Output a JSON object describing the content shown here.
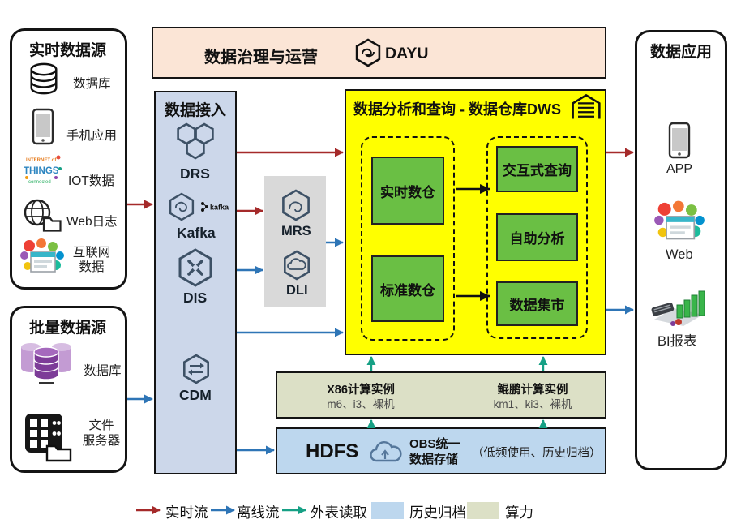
{
  "sources_realtime": {
    "title": "实时数据源",
    "items": [
      "数据库",
      "手机应用",
      "IOT数据",
      "Web日志",
      "互联网\n数据"
    ]
  },
  "sources_batch": {
    "title": "批量数据源",
    "items": [
      "数据库",
      "文件\n服务器"
    ]
  },
  "governance": {
    "title": "数据治理与运营",
    "product": "DAYU"
  },
  "access": {
    "title": "数据接入",
    "drs": "DRS",
    "kafka": "Kafka",
    "kafka_logo": "kafka",
    "dis": "DIS",
    "cdm": "CDM"
  },
  "processing": {
    "mrs": "MRS",
    "dli": "DLI"
  },
  "dws": {
    "title": "数据分析和查询 - 数据仓库DWS",
    "realtime_wh": "实时数仓",
    "standard_wh": "标准数仓",
    "interactive_query": "交互式查询",
    "self_analysis": "自助分析",
    "data_mart": "数据集市"
  },
  "compute": {
    "x86_title": "X86计算实例",
    "x86_models": "m6、i3、裸机",
    "kunpeng_title": "鲲鹏计算实例",
    "kunpeng_models": "km1、ki3、裸机"
  },
  "storage": {
    "hdfs": "HDFS",
    "obs": "OBS统一\n数据存储",
    "note": "（低频使用、历史归档）"
  },
  "apps": {
    "title": "数据应用",
    "app": "APP",
    "web": "Web",
    "bi": "BI报表"
  },
  "legend": {
    "realtime": "实时流",
    "offline": "离线流",
    "external": "外表读取",
    "archive": "历史归档",
    "compute": "算力"
  },
  "colors": {
    "realtime_flow": "#a52a2a",
    "offline_flow": "#2e75b6",
    "external_read": "#16a085",
    "archive": "#bdd7ee",
    "compute": "#dce0c6",
    "dws_bg": "#ffff00",
    "green_box": "#6abf44",
    "banner_bg": "#fbe5d6",
    "access_bg": "#ccd7ea",
    "gray_bg": "#d9d9d9"
  }
}
